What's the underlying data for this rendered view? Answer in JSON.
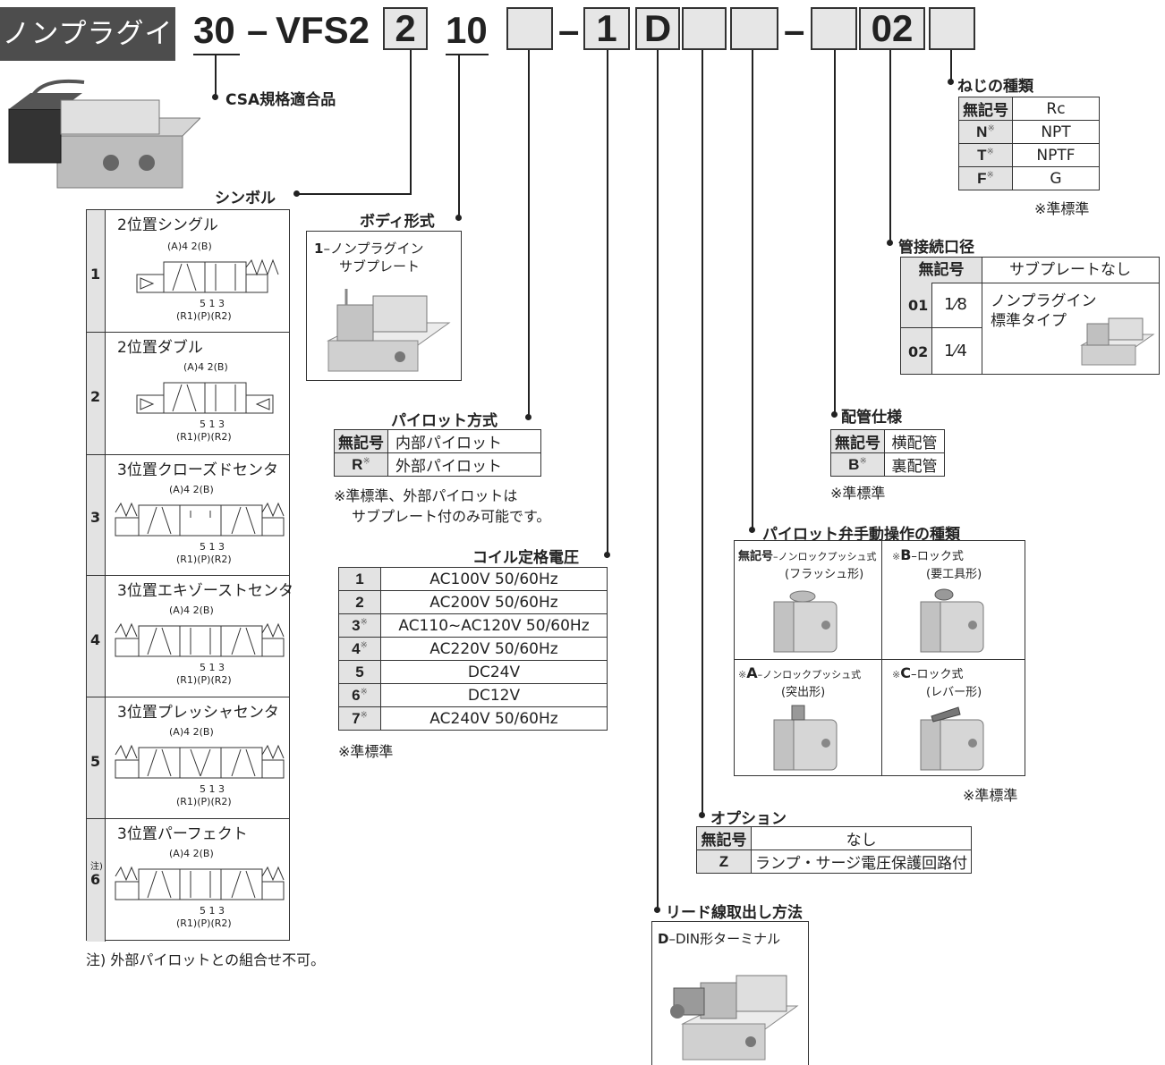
{
  "header": {
    "tag": "ノンプラグイン",
    "prefix": "30",
    "dash1": "–",
    "model": "VFS2",
    "box_2": "2",
    "code_10": "10",
    "box_pilot": "",
    "dash2": "–",
    "box_1": "1",
    "box_D": "D",
    "box_option": "",
    "box_manual": "",
    "dash3": "–",
    "box_piping": "",
    "box_02": "02",
    "box_thread": ""
  },
  "csa": {
    "label": "CSA規格適合品"
  },
  "symbol": {
    "title": "シンボル",
    "items": [
      {
        "num": "1",
        "note": "",
        "name": "2位置シングル",
        "top": "(A)4  2(B)",
        "bottom1": "5 1 3",
        "bottom2": "(R1)(P)(R2)"
      },
      {
        "num": "2",
        "note": "",
        "name": "2位置ダブル",
        "top": "(A)4  2(B)",
        "bottom1": "5 1 3",
        "bottom2": "(R1)(P)(R2)"
      },
      {
        "num": "3",
        "note": "",
        "name": "3位置クローズドセンタ",
        "top": "(A)4  2(B)",
        "bottom1": "5 1 3",
        "bottom2": "(R1)(P)(R2)"
      },
      {
        "num": "4",
        "note": "",
        "name": "3位置エキゾーストセンタ",
        "top": "(A)4  2(B)",
        "bottom1": "5 1 3",
        "bottom2": "(R1)(P)(R2)"
      },
      {
        "num": "5",
        "note": "",
        "name": "3位置プレッシャセンタ",
        "top": "(A)4  2(B)",
        "bottom1": "5 1 3",
        "bottom2": "(R1)(P)(R2)"
      },
      {
        "num": "6",
        "note": "注)",
        "name": "3位置パーフェクト",
        "top": "(A)4  2(B)",
        "bottom1": "5 1 3",
        "bottom2": "(R1)(P)(R2)"
      }
    ],
    "footnote": "注) 外部パイロットとの組合せ不可。"
  },
  "body": {
    "title": "ボディ形式",
    "code": "1",
    "label1": "–ノンプラグイン",
    "label2": "サブプレート"
  },
  "pilot": {
    "title": "パイロット方式",
    "rows": [
      {
        "k": "無記号",
        "mark": "",
        "v": "内部パイロット"
      },
      {
        "k": "R",
        "mark": "※",
        "v": "外部パイロット"
      }
    ],
    "note1": "※準標準、外部パイロットは",
    "note2": "サブプレート付のみ可能です。"
  },
  "coil": {
    "title": "コイル定格電圧",
    "rows": [
      {
        "k": "1",
        "mark": "",
        "v": "AC100V 50/60Hz"
      },
      {
        "k": "2",
        "mark": "",
        "v": "AC200V 50/60Hz"
      },
      {
        "k": "3",
        "mark": "※",
        "v": "AC110~AC120V 50/60Hz"
      },
      {
        "k": "4",
        "mark": "※",
        "v": "AC220V 50/60Hz"
      },
      {
        "k": "5",
        "mark": "",
        "v": "DC24V"
      },
      {
        "k": "6",
        "mark": "※",
        "v": "DC12V"
      },
      {
        "k": "7",
        "mark": "※",
        "v": "AC240V 50/60Hz"
      }
    ],
    "note": "※準標準"
  },
  "thread": {
    "title": "ねじの種類",
    "rows": [
      {
        "k": "無記号",
        "mark": "",
        "v": "Rc"
      },
      {
        "k": "N",
        "mark": "※",
        "v": "NPT"
      },
      {
        "k": "T",
        "mark": "※",
        "v": "NPTF"
      },
      {
        "k": "F",
        "mark": "※",
        "v": "G"
      }
    ],
    "note": "※準標準"
  },
  "port": {
    "title": "管接続口径",
    "head_k": "無記号",
    "head_v": "サブプレートなし",
    "rows": [
      {
        "k": "01",
        "v": "1⁄8"
      },
      {
        "k": "02",
        "v": "1⁄4"
      }
    ],
    "desc1": "ノンプラグイン",
    "desc2": "標準タイプ"
  },
  "piping": {
    "title": "配管仕様",
    "rows": [
      {
        "k": "無記号",
        "mark": "",
        "v": "横配管"
      },
      {
        "k": "B",
        "mark": "※",
        "v": "裏配管"
      }
    ],
    "note": "※準標準"
  },
  "manual": {
    "title": "パイロット弁手動操作の種類",
    "cells": [
      {
        "mark": "",
        "code": "無記号",
        "l1": "–ノンロックプッシュ式",
        "l2": "(フラッシュ形)"
      },
      {
        "mark": "※",
        "code": "B",
        "l1": "–ロック式",
        "l2": "(要工具形)"
      },
      {
        "mark": "※",
        "code": "A",
        "l1": "–ノンロックプッシュ式",
        "l2": "(突出形)"
      },
      {
        "mark": "※",
        "code": "C",
        "l1": "–ロック式",
        "l2": "(レバー形)"
      }
    ],
    "note": "※準標準"
  },
  "option": {
    "title": "オプション",
    "rows": [
      {
        "k": "無記号",
        "v": "なし"
      },
      {
        "k": "Z",
        "v": "ランプ・サージ電圧保護回路付"
      }
    ]
  },
  "lead": {
    "title": "リード線取出し方法",
    "code": "D",
    "label": "–DIN形ターミナル"
  }
}
